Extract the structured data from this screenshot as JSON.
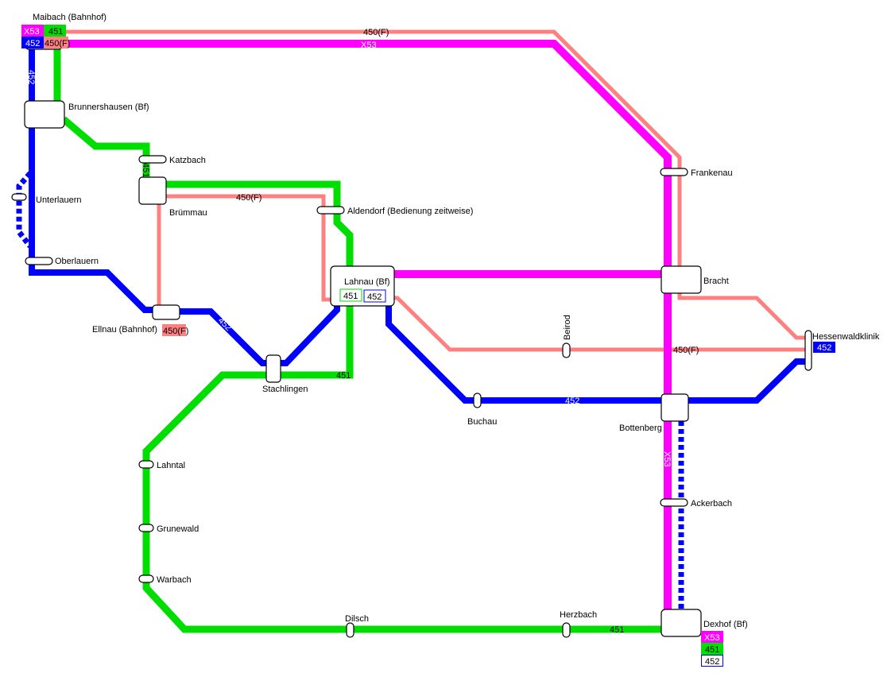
{
  "colors": {
    "X53": "#ff00ff",
    "451": "#00dd00",
    "452": "#0000ff",
    "450F": "#ff8080"
  },
  "lines": {
    "x53": "X53",
    "l451": "451",
    "l452": "452",
    "l450f": "450(F)"
  },
  "stations": {
    "maibach": "Maibach (Bahnhof)",
    "brunnershausen": "Brunnershausen (Bf)",
    "katzbach": "Katzbach",
    "bruemmau": "Brümmau",
    "aldendorf": "Aldendorf (Bedienung zeitweise)",
    "unterlauern": "Unterlauern",
    "oberlauern": "Oberlauern",
    "ellnau": "Ellnau (Bahnhof)",
    "stachlingen": "Stachlingen",
    "lahnau": "Lahnau (Bf)",
    "frankenau": "Frankenau",
    "bracht": "Bracht",
    "beirod": "Beirod",
    "buchau": "Buchau",
    "bottenberg": "Bottenberg",
    "hessenwaldklinik": "Hessenwaldklinik",
    "ackerbach": "Ackerbach",
    "lahntal": "Lahntal",
    "grunewald": "Grunewald",
    "warbach": "Warbach",
    "dilsch": "Dilsch",
    "herzbach": "Herzbach",
    "dexhof": "Dexhof (Bf)"
  }
}
